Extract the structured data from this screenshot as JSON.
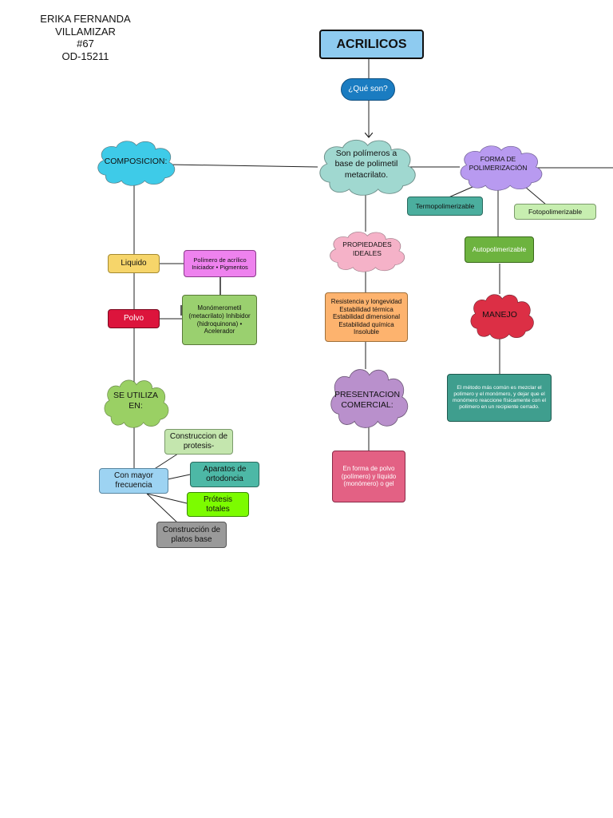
{
  "author": {
    "name_line1": "ERIKA FERNANDA",
    "name_line2": "VILLAMIZAR",
    "number": "#67",
    "code": "OD-15211"
  },
  "title": "ACRILICOS",
  "question": "¿Qué son?",
  "definition": "Son polímeros a base de polimetil metacrilato.",
  "composicion": {
    "label": "COMPOSICION:",
    "liquido": "Liquido",
    "liquido_detail": "Polímero de acrílico Iniciador • Pigmentos",
    "polvo": "Polvo",
    "polvo_detail": "Monómerometil (metacrilato) Inhibidor (hidroquinona) • Acelerador"
  },
  "se_utiliza": {
    "label": "SE UTILIZA EN:",
    "frecuencia": "Con mayor frecuencia",
    "uses": [
      "Construccion de protesis-",
      "Aparatos de ortodoncia",
      "Prótesis totales",
      "Construcción de platos base"
    ]
  },
  "propiedades": {
    "label": "PROPIEDADES IDEALES",
    "detail": "Resistencia y longevidad Estabilidad térmica Estabilidad dimensional Estabilidad química Insoluble"
  },
  "presentacion": {
    "label": "PRESENTACION COMERCIAL:",
    "detail": "En forma de polvo (polímero) y líquido (monómero) o gel"
  },
  "polimerizacion": {
    "label": "FORMA DE POLIMERIZACIÓN",
    "termo": "Termopolimerizable",
    "foto": "Fotopolimerizable",
    "auto": "Autopolimerizable"
  },
  "manejo": {
    "label": "MANEJO",
    "detail": "El método más común es mezclar el polímero y el monómero, y dejar que el monómero reaccione físicamente con el polímero en un recipiente cerrado."
  },
  "colors": {
    "title_bg": "#8ecbf0",
    "question_bg": "#1a7cc1",
    "definition_cloud": "#a0d8d0",
    "composicion_cloud": "#3ecbe8",
    "polimerizacion_cloud": "#b89af0",
    "propiedades_cloud": "#f5b2c8",
    "presentacion_cloud": "#b990cc",
    "manejo_cloud": "#dc2f45",
    "se_utiliza_cloud": "#9ad064",
    "liquido": "#f6d56a",
    "liquido_detail": "#ee82ee",
    "polvo": "#dc143c",
    "polvo_detail": "#9ad06f",
    "frecuencia": "#9dd3f2",
    "construccion_protesis": "#c4e6ae",
    "aparatos": "#4db8a6",
    "protesis_totales": "#7cfc00",
    "platos_base": "#9a9a9a",
    "propiedades_detail": "#fdb36e",
    "presentacion_detail": "#e36184",
    "termo": "#4bae9e",
    "foto": "#c7eeb0",
    "auto": "#6db33f",
    "manejo_detail": "#3f9e8e"
  }
}
